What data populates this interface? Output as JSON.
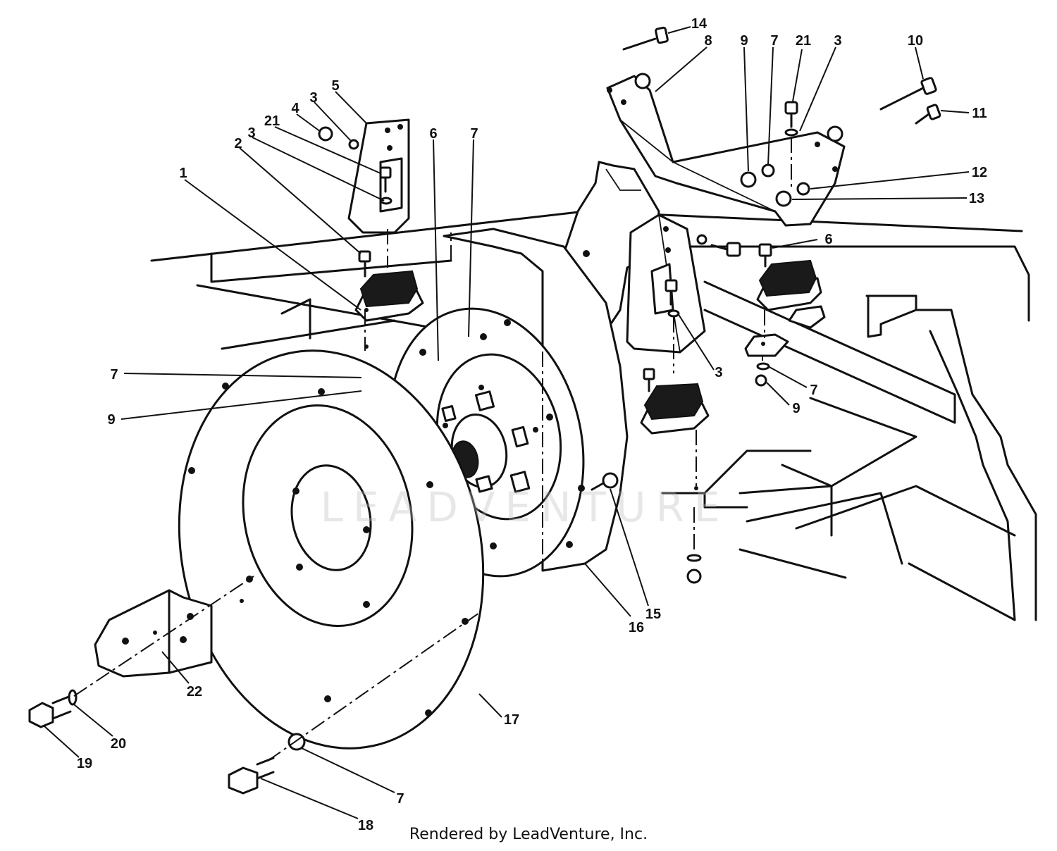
{
  "diagram": {
    "callouts": [
      "14",
      "8",
      "9",
      "7",
      "21",
      "3",
      "10",
      "11",
      "12",
      "13",
      "5",
      "3",
      "4",
      "21",
      "3",
      "2",
      "1",
      "6",
      "7",
      "6",
      "3",
      "7",
      "9",
      "7",
      "9",
      "16",
      "15",
      "17",
      "22",
      "20",
      "19",
      "7",
      "18"
    ],
    "watermark": "LEADVENTURE"
  },
  "footer": {
    "text": "Rendered by LeadVenture, Inc."
  }
}
